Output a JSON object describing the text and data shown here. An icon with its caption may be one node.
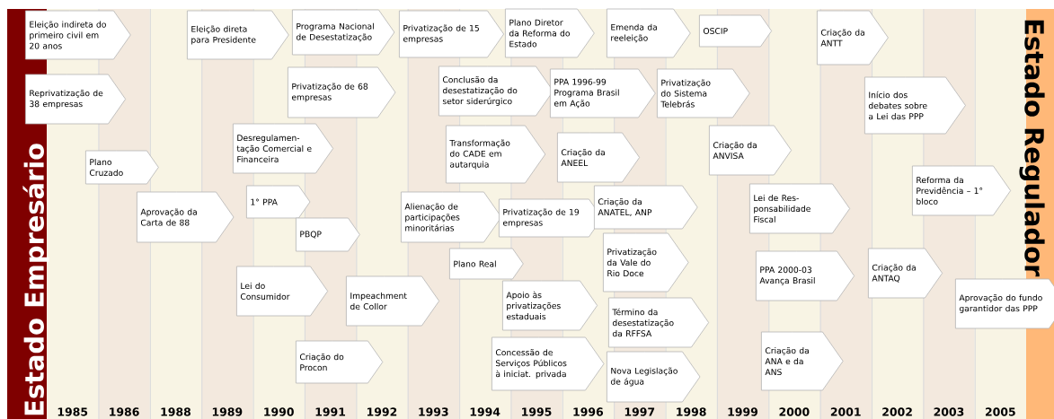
{
  "diagram": {
    "nodes": [
      {
        "text": [
          "Estado Empresário"
        ]
      },
      {
        "text": [
          "Eleição indireta do primeiro civil em 20 anos"
        ]
      },
      {
        "text": [
          "Reprivatização de 38 empresas"
        ]
      },
      {
        "text": [
          "Plano Cruzado"
        ]
      },
      {
        "text": [
          "Aprovação da Carta de 88"
        ]
      },
      {
        "text": [
          "Eleição direta para Presidente"
        ]
      },
      {
        "text": [
          "Programa Nacional de Desestatização"
        ]
      },
      {
        "text": [
          "Privatização de 68 empresas"
        ]
      },
      {
        "text": [
          "Desregulamen-tação Comercial e Financeira"
        ]
      },
      {
        "text": [
          "1° PPA"
        ]
      },
      {
        "text": [
          "PBQP"
        ]
      },
      {
        "text": [
          "Lei do Consumidor"
        ]
      },
      {
        "text": [
          "Criação do Procon"
        ]
      },
      {
        "text": [
          "Impeachment de Collor"
        ]
      },
      {
        "text": [
          "Privatização de 15 empresas"
        ]
      },
      {
        "text": [
          "Conclusão da desestatização do setor siderúrgico"
        ]
      },
      {
        "text": [
          "Transformação do CADE em autarquia"
        ]
      },
      {
        "text": [
          "Alienação de participações minoritárias"
        ]
      },
      {
        "text": [
          "Plano Real"
        ]
      },
      {
        "text": [
          "Privatização de 19 empresas"
        ]
      },
      {
        "text": [
          "Apoio às privatizações estaduais"
        ]
      },
      {
        "text": [
          "Concessão de Serviços Públicos à iniciat. privada"
        ]
      },
      {
        "text": [
          "Plano Diretor da Reforma do Estado"
        ]
      },
      {
        "text": [
          "PPA 1996-99 Programa Brasil em Ação"
        ]
      },
      {
        "text": [
          "Criação da ANEEL"
        ]
      },
      {
        "text": [
          "Criação da ANATEL, ANP"
        ]
      },
      {
        "text": [
          "Privatização da Vale do Rio Doce"
        ]
      },
      {
        "text": [
          "Término da desestatização da RFFSA"
        ]
      },
      {
        "text": [
          "Nova Legislação de água"
        ]
      },
      {
        "text": [
          "Emenda da reeleição"
        ]
      },
      {
        "text": [
          "Privatização do Sistema Telebrás"
        ]
      },
      {
        "text": [
          "OSCIP"
        ]
      },
      {
        "text": [
          "Criação da ANVISA"
        ]
      },
      {
        "text": [
          "Lei de Res- ponsabilidade Fiscal"
        ]
      },
      {
        "text": [
          "PPA 2000-03 Avança Brasil"
        ]
      },
      {
        "text": [
          "Criação da ANA e da ANS"
        ]
      },
      {
        "text": [
          "Criação da ANTT"
        ]
      },
      {
        "text": [
          "Início dos debates sobre a Lei das PPP"
        ]
      },
      {
        "text": [
          "Criação da ANTAQ"
        ]
      },
      {
        "text": [
          "Reforma da Previdência – 1° bloco"
        ]
      },
      {
        "text": [
          "Aprovação do fundo garantidor das PPP"
        ]
      },
      {
        "text": [
          "Estado Regulador"
        ]
      }
    ],
    "labels": [
      "1985",
      "1986",
      "1988",
      "1989",
      "1990",
      "1991",
      "1992",
      "1993",
      "1994",
      "1995",
      "1996",
      "1997",
      "1998",
      "1999",
      "2000",
      "2001",
      "2002",
      "2003",
      "2005"
    ]
  }
}
